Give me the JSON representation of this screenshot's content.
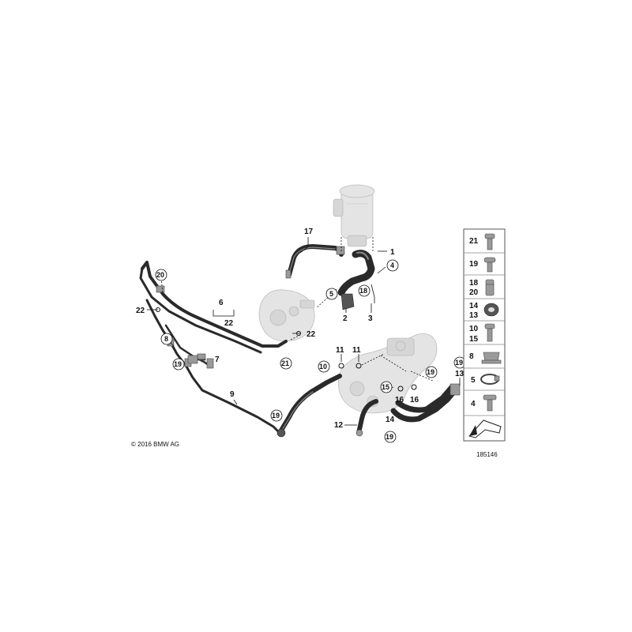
{
  "copyright": "© 2016 BMW AG",
  "diagram_number": "185146",
  "callouts": {
    "c1": "1",
    "c2": "2",
    "c3": "3",
    "c4": "4",
    "c5": "5",
    "c6": "6",
    "c6_22": "22",
    "c7": "7",
    "c8": "8",
    "c9": "9",
    "c10": "10",
    "c11a": "11",
    "c11b": "11",
    "c12": "12",
    "c13": "13",
    "c14": "14",
    "c15": "15",
    "c16a": "16",
    "c16b": "16",
    "c17": "17",
    "c18": "18",
    "c19a": "19",
    "c19b": "19",
    "c19c": "19",
    "c19d": "19",
    "c19e": "19",
    "c20": "20",
    "c21": "21",
    "c22a": "22",
    "c22b": "22"
  },
  "parts_legend": [
    {
      "label": "21",
      "icon": "bolt-icon"
    },
    {
      "label": "19",
      "icon": "bolt-icon"
    },
    {
      "label": "18\n20",
      "icon": "sleeve-icon"
    },
    {
      "label": "14\n13",
      "icon": "grommet-icon"
    },
    {
      "label": "10\n15",
      "icon": "banjo-bolt-icon"
    },
    {
      "label": "8",
      "icon": "nut-icon"
    },
    {
      "label": "5",
      "icon": "hose-clamp-icon"
    },
    {
      "label": "4",
      "icon": "screw-icon"
    }
  ],
  "legend_labels": {
    "r1": "21",
    "r2": "19",
    "r3a": "18",
    "r3b": "20",
    "r4a": "14",
    "r4b": "13",
    "r5a": "10",
    "r5b": "15",
    "r6": "8",
    "r7": "5",
    "r8": "4"
  }
}
